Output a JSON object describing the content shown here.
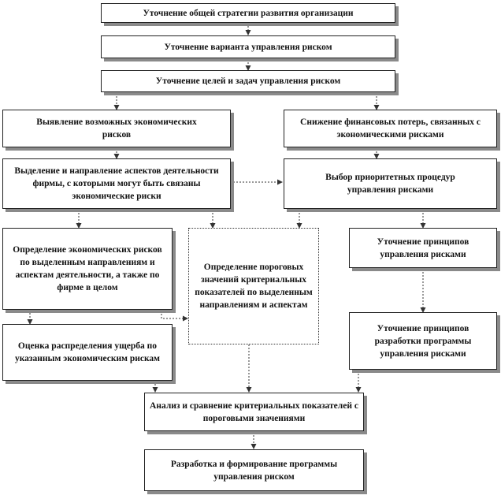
{
  "boxes": {
    "strategy": "Уточнение общей стратегии развития организации",
    "variant": "Уточнение варианта управления риском",
    "goals": "Уточнение целей и задач управления риском",
    "identify": "Выявление возможных экономических рисков",
    "reduce": "Снижение финансовых потерь, связанных с экономическими рисками",
    "aspects": "Выделение и направление аспектов деятельности фирмы, с которыми могут быть связаны экономические риски",
    "priority": "Выбор приоритетных процедур управления рисками",
    "define_risks": "Определение экономических рисков по выделенным направлениям и аспектам деятельности, а также по фирме в целом",
    "thresholds": "Определение пороговых значений критериальных показателей по выделенным направлениям и аспектам",
    "principles": "Уточнение принципов управления рисками",
    "damage": "Оценка распределения ущерба по указанным экономическим рискам",
    "program_principles": "Уточнение принципов разработки программы управления рисками",
    "analysis": "Анализ и сравнение критериальных показателей с пороговыми значениями",
    "develop": "Разработка и формирование программы управления риском"
  },
  "colors": {
    "border": "#222222",
    "shadow": "#8a8a8a",
    "arrow": "#333333"
  }
}
